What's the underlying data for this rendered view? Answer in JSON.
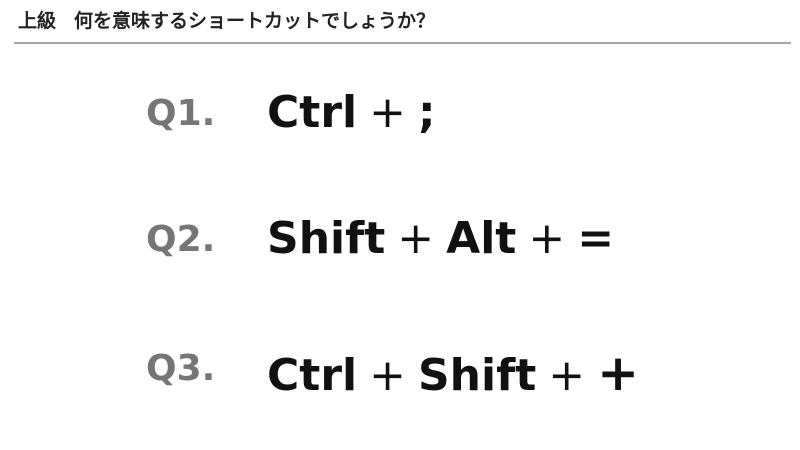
{
  "header": {
    "level": "上級",
    "title": "何を意味するショートカットでしょうか？"
  },
  "questions": [
    {
      "number": "Q1.",
      "keys": [
        "Ctrl",
        ";"
      ],
      "separator": "+"
    },
    {
      "number": "Q2.",
      "keys": [
        "Shift",
        "Alt",
        "="
      ],
      "separator": "+"
    },
    {
      "number": "Q3.",
      "keys": [
        "Ctrl",
        "Shift",
        "+"
      ],
      "separator": "+"
    }
  ]
}
